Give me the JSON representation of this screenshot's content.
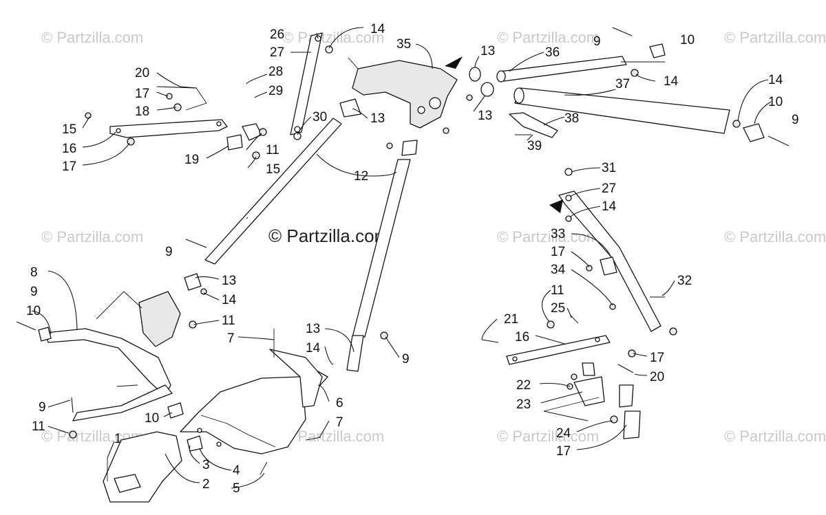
{
  "watermark_text": "© Partzilla.com",
  "copyright_text": "© Partzilla.com",
  "colors": {
    "line": "#111111",
    "watermark": "#c9c9c9",
    "background": "#ffffff"
  },
  "callouts": [
    "26",
    "14",
    "27",
    "28",
    "29",
    "20",
    "17",
    "18",
    "15",
    "16",
    "17",
    "19",
    "11",
    "15",
    "30",
    "35",
    "13",
    "36",
    "9",
    "10",
    "13",
    "37",
    "14",
    "10",
    "9",
    "14",
    "13",
    "38",
    "39",
    "12",
    "31",
    "27",
    "14",
    "9",
    "33",
    "17",
    "34",
    "32",
    "11",
    "25",
    "21",
    "16",
    "17",
    "20",
    "22",
    "23",
    "24",
    "17",
    "8",
    "9",
    "10",
    "13",
    "14",
    "11",
    "7",
    "13",
    "14",
    "9",
    "6",
    "7",
    "9",
    "11",
    "10",
    "1",
    "3",
    "4",
    "2",
    "5"
  ]
}
